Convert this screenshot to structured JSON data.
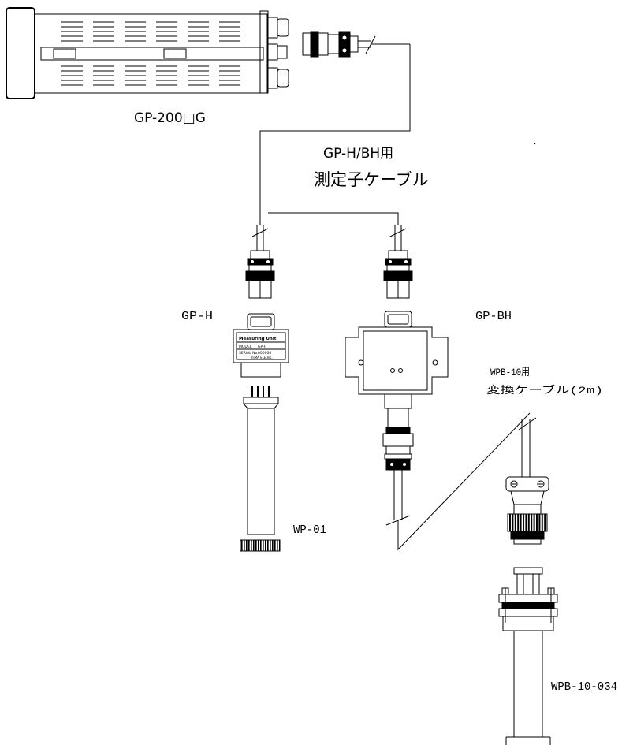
{
  "labels": {
    "controller_model": "GP-200□G",
    "cable_name_line1": "GP-H/BH用",
    "cable_name_line2": "測定子ケーブル",
    "unit_h": "GP-H",
    "unit_bh": "GP-BH",
    "adapter_line1": "WPB-10用",
    "adapter_line2": "変換ケーブル(2m)",
    "probe_wp": "WP-01",
    "probe_wpb": "WPB-10-034"
  },
  "nameplate": {
    "title": "Measuring Unit",
    "row1_key": "MODEL",
    "row1_val": "GP-H",
    "row2_key": "SERIAL No.",
    "row2_val": "000000",
    "maker": "IIJIMA ELE.Inc."
  }
}
